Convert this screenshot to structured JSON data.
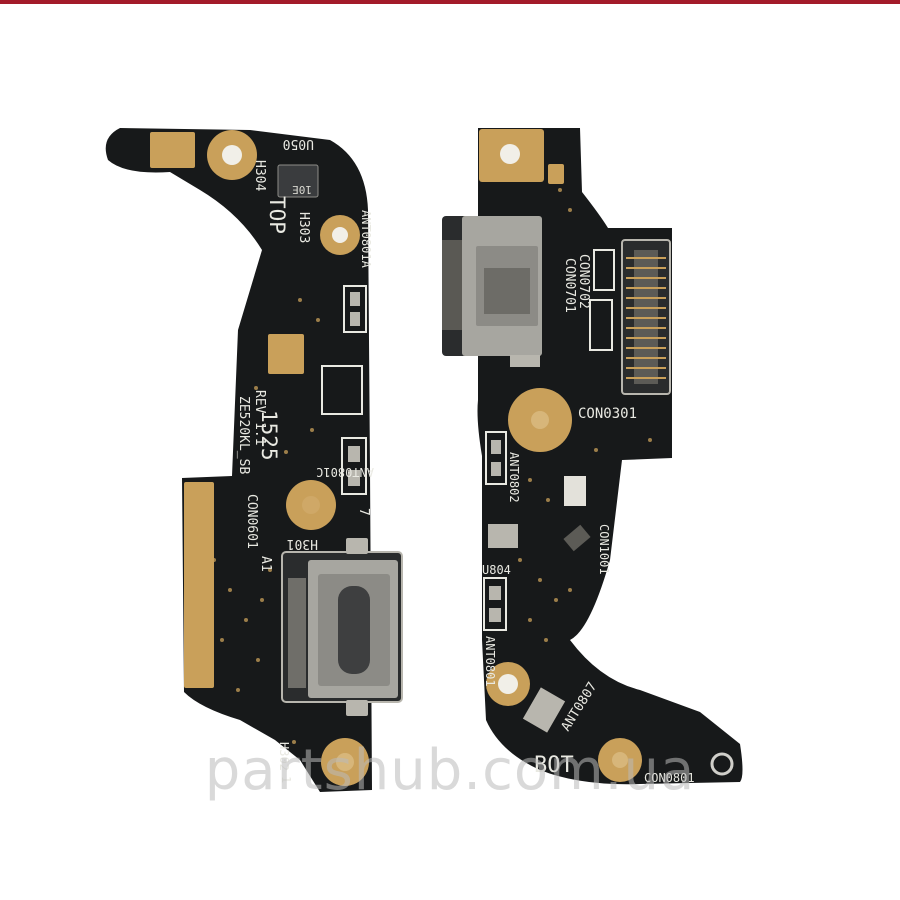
{
  "colors": {
    "top_bar": "#a31b2a",
    "pcb": "#17191a",
    "pad": "#c9a05a",
    "silkscreen": "#e9e9e2",
    "connector_metal": "#a7a6a0"
  },
  "left_board": {
    "labels": {
      "top": "TOP",
      "h304": "H304",
      "h303": "H303",
      "u050": "U050",
      "chip": "10E",
      "ant0801a": "ANT0801A",
      "ant0801c": "ANT0801C",
      "rev": "REV",
      "rev_num": "1.1",
      "model": "ZE520KL_SB",
      "code": "1525",
      "con0601": "CON0601",
      "a1": "A1",
      "h301": "H301",
      "h302": "H302",
      "pin7": "7",
      "pin1": "1"
    }
  },
  "right_board": {
    "labels": {
      "con0702": "CON0702",
      "con0701": "CON0701",
      "con0301": "CON0301",
      "ant0802": "ANT0802",
      "u804": "U804",
      "con1001": "CON1001",
      "ant0801": "ANT0801",
      "ant0807": "ANT0807",
      "bot": "BOT",
      "con0801": "CON0801"
    }
  },
  "watermark": "partshub.com.ua"
}
